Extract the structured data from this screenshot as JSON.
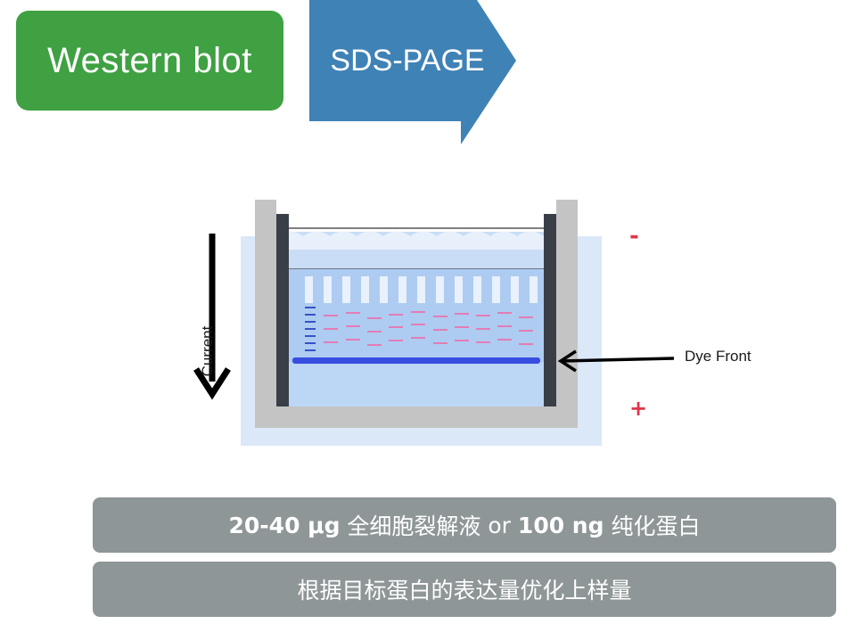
{
  "header": {
    "title": "Western blot",
    "step": "SDS-PAGE"
  },
  "diagram": {
    "current_label": "Current",
    "dye_front_label": "Dye Front",
    "cathode_sign": "-",
    "anode_sign": "+"
  },
  "notes": {
    "line1": {
      "amount1": "20-40 μg",
      "text1": "全细胞裂解液",
      "connector": "or",
      "amount2": "100 ng",
      "text2": "纯化蛋白"
    },
    "line2": "根据目标蛋白的表达量优化上样量"
  },
  "colors": {
    "title_green": "#3fa142",
    "arrow_blue": "#3f82b6",
    "note_gray": "#8e9697",
    "sign_red": "#e0344a",
    "dye_blue": "#2a3fe0"
  }
}
